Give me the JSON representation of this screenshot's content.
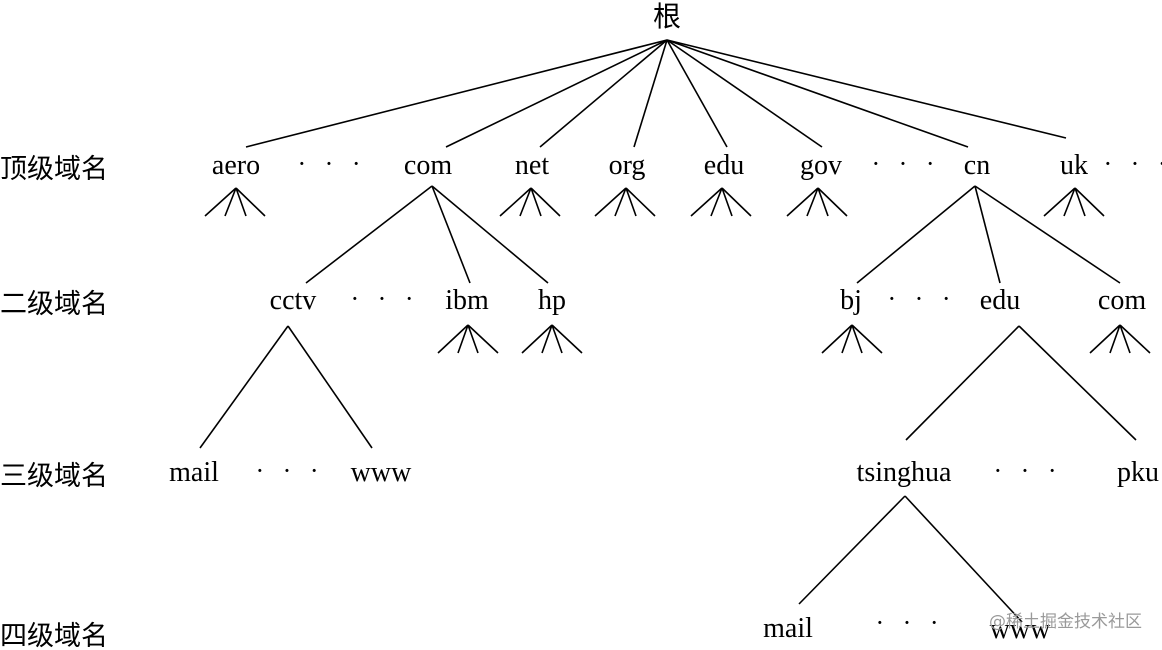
{
  "root": "根",
  "levels": {
    "top": "顶级域名",
    "second": "二级域名",
    "third": "三级域名",
    "fourth": "四级域名"
  },
  "top_level": {
    "aero": "aero",
    "com": "com",
    "net": "net",
    "org": "org",
    "edu": "edu",
    "gov": "gov",
    "cn": "cn",
    "uk": "uk"
  },
  "second_level": {
    "cctv": "cctv",
    "ibm": "ibm",
    "hp": "hp",
    "bj": "bj",
    "edu": "edu",
    "com": "com"
  },
  "third_level": {
    "mail": "mail",
    "www": "www",
    "tsinghua": "tsinghua",
    "pku": "pku"
  },
  "fourth_level": {
    "mail": "mail",
    "www": "www"
  },
  "ellipsis": "· · ·",
  "watermark": "@稀土掘金技术社区"
}
